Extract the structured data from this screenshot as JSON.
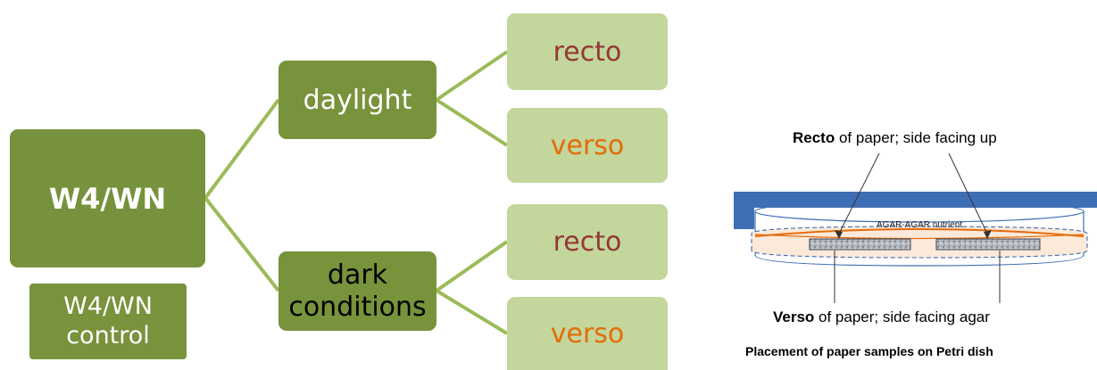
{
  "tree": {
    "root_label": "W4/WN",
    "control_label_line1": "W4/WN",
    "control_label_line2": "control",
    "daylight_label": "daylight",
    "dark_label_line1": "dark",
    "dark_label_line2": "conditions",
    "leaf_recto_1": "recto",
    "leaf_verso_1": "verso",
    "leaf_recto_2": "recto",
    "leaf_verso_2": "verso"
  },
  "petri": {
    "recto_bold": "Recto",
    "recto_rest": " of paper; side facing up",
    "verso_bold": "Verso",
    "verso_rest": " of paper; side facing agar",
    "agar_label": "AGAR-AGAR nutrient",
    "caption": "Placement of paper samples on Petri dish"
  },
  "colors": {
    "box_dark_green": "#77933c",
    "box_light_green": "#c3d69b",
    "connector": "#9bbb59",
    "recto_text": "#953735",
    "verso_text": "#e36c09",
    "dish_blue": "#3e6eb4",
    "agar_orange": "#e36c09",
    "agar_fill": "#fde9d9"
  }
}
